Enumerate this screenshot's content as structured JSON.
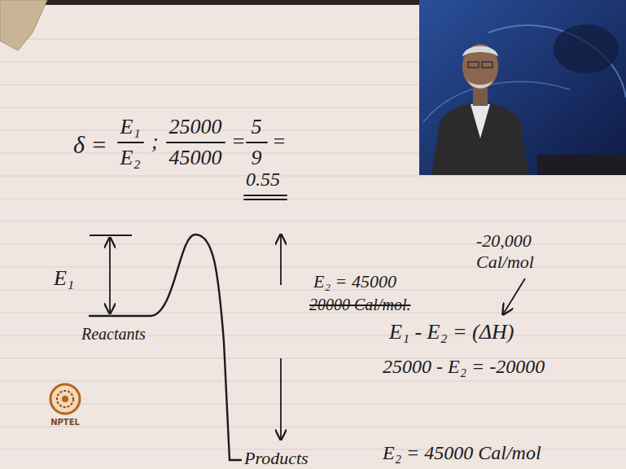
{
  "diagram": {
    "labels": [
      "δ =",
      "E₁",
      "E₂",
      ";",
      "25000",
      "45000",
      "=",
      "5",
      "9",
      "=",
      "0.55",
      "E₁",
      "Reactants",
      "Products",
      "E₂ = 45000",
      "20000 Cal/mol.",
      "-20,000 Cal/mol",
      "E₁ - E₂ = (ΔH)",
      "25000 - E₂ = -20000",
      "E₂ = 45000 Cal/mol",
      "NPTEL"
    ]
  }
}
